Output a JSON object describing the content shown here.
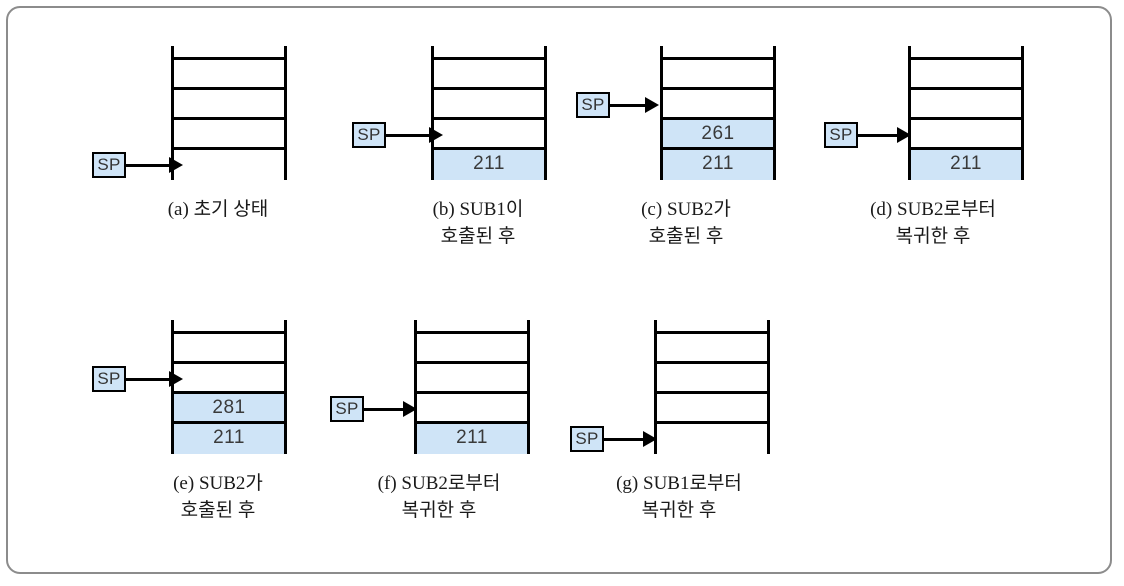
{
  "figure": {
    "title": "",
    "frame_color": "#8c8c8c",
    "accent_color": "#cfe4f7",
    "line_color": "#000000",
    "pointer_label": "SP"
  },
  "panels": [
    {
      "id": "a",
      "caption": "(a) 초기 상태",
      "pointer": "SP",
      "pointer_row": 4,
      "cells": [
        "",
        "",
        "",
        ""
      ],
      "filled": [
        false,
        false,
        false,
        false
      ]
    },
    {
      "id": "b",
      "caption": "(b) SUB1이\n호출된 후",
      "pointer": "SP",
      "pointer_row": 3,
      "cells": [
        "",
        "",
        "",
        "211"
      ],
      "filled": [
        false,
        false,
        false,
        true
      ]
    },
    {
      "id": "c",
      "caption": "(c) SUB2가\n호출된 후",
      "pointer": "SP",
      "pointer_row": 2,
      "cells": [
        "",
        "",
        "261",
        "211"
      ],
      "filled": [
        false,
        false,
        true,
        true
      ]
    },
    {
      "id": "d",
      "caption": "(d) SUB2로부터\n복귀한 후",
      "pointer": "SP",
      "pointer_row": 3,
      "cells": [
        "",
        "",
        "",
        "211"
      ],
      "filled": [
        false,
        false,
        false,
        true
      ]
    },
    {
      "id": "e",
      "caption": "(e) SUB2가\n호출된 후",
      "pointer": "SP",
      "pointer_row": 2,
      "cells": [
        "",
        "",
        "281",
        "211"
      ],
      "filled": [
        false,
        false,
        true,
        true
      ]
    },
    {
      "id": "f",
      "caption": "(f) SUB2로부터\n복귀한 후",
      "pointer": "SP",
      "pointer_row": 3,
      "cells": [
        "",
        "",
        "",
        "211"
      ],
      "filled": [
        false,
        false,
        false,
        true
      ]
    },
    {
      "id": "g",
      "caption": "(g) SUB1로부터\n복귀한 후",
      "pointer": "SP",
      "pointer_row": 4,
      "cells": [
        "",
        "",
        "",
        ""
      ],
      "filled": [
        false,
        false,
        false,
        false
      ]
    }
  ]
}
